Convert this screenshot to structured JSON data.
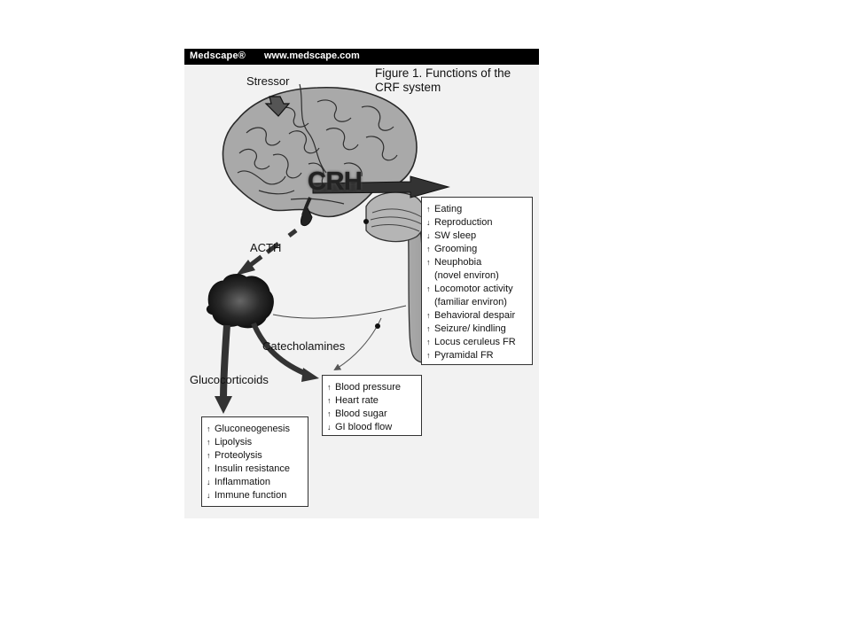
{
  "header": {
    "brand": "Medscape®",
    "url": "www.medscape.com"
  },
  "figure": {
    "title_line1": "Figure 1. Functions of the",
    "title_line2": "CRF system"
  },
  "labels": {
    "stressor": "Stressor",
    "crh": "CRH",
    "acth": "ACTH",
    "catecholamines": "Catecholamines",
    "glucocorticoids": "Glucocorticoids"
  },
  "boxes": {
    "brain_effects": [
      {
        "dir": "↑",
        "text": "Eating"
      },
      {
        "dir": "↓",
        "text": "Reproduction"
      },
      {
        "dir": "↓",
        "text": "SW sleep"
      },
      {
        "dir": "↑",
        "text": "Grooming"
      },
      {
        "dir": "↑",
        "text": "Neuphobia"
      },
      {
        "dir": "",
        "text": "(novel environ)"
      },
      {
        "dir": "↑",
        "text": "Locomotor activity"
      },
      {
        "dir": "",
        "text": "(familiar environ)"
      },
      {
        "dir": "↑",
        "text": "Behavioral despair"
      },
      {
        "dir": "↑",
        "text": "Seizure/ kindling"
      },
      {
        "dir": "↑",
        "text": "Locus ceruleus FR"
      },
      {
        "dir": "↑",
        "text": "Pyramidal FR"
      }
    ],
    "catecholamine_effects": [
      {
        "dir": "↑",
        "text": "Blood pressure"
      },
      {
        "dir": "↑",
        "text": "Heart rate"
      },
      {
        "dir": "↑",
        "text": "Blood sugar"
      },
      {
        "dir": "↓",
        "text": "GI blood flow"
      }
    ],
    "glucocorticoid_effects": [
      {
        "dir": "↑",
        "text": "Gluconeogenesis"
      },
      {
        "dir": "↑",
        "text": "Lipolysis"
      },
      {
        "dir": "↑",
        "text": "Proteolysis"
      },
      {
        "dir": "↑",
        "text": "Insulin resistance"
      },
      {
        "dir": "↓",
        "text": "Inflammation"
      },
      {
        "dir": "↓",
        "text": "Immune function"
      }
    ]
  },
  "colors": {
    "header_bg": "#000000",
    "figure_bg": "#f2f2f2",
    "brain": "#a9a9a9",
    "arrow": "#333333"
  }
}
